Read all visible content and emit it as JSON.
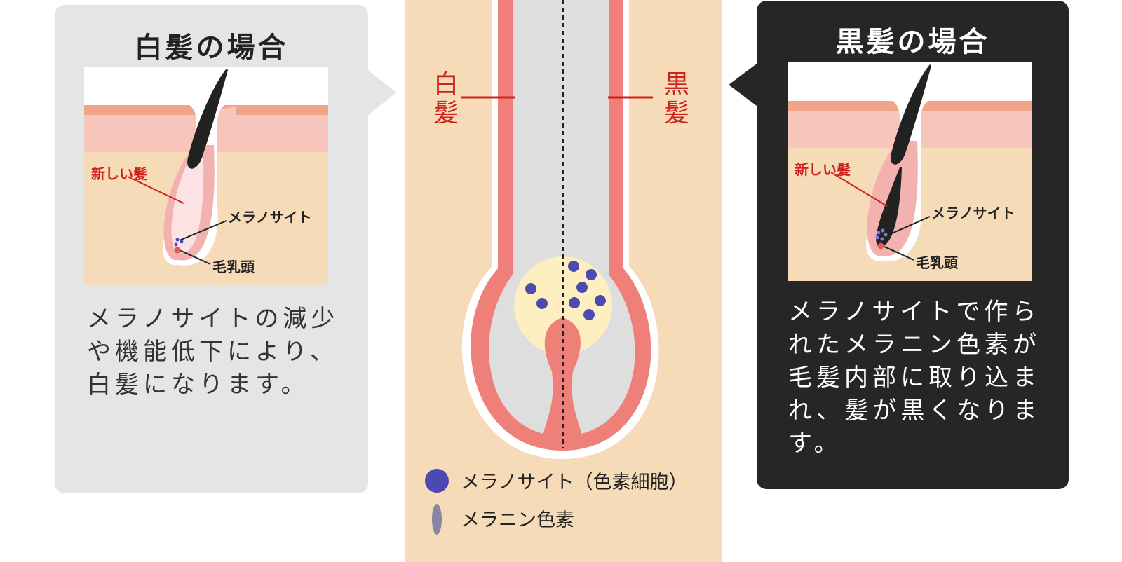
{
  "white_case": {
    "title": "白髪の場合",
    "labels": {
      "new_hair": "新しい髪",
      "melanocyte": "メラノサイト",
      "papilla": "毛乳頭"
    },
    "description": "メラノサイトの減少\nや機能低下により、\n白髪になります。"
  },
  "black_case": {
    "title": "黒髪の場合",
    "labels": {
      "new_hair": "新しい髪",
      "melanocyte": "メラノサイト",
      "papilla": "毛乳頭"
    },
    "description": "メラノサイトで作ら\nれたメラニン色素が\n毛髪内部に取り込ま\nれ、髪が黒くなりま\nす。"
  },
  "center": {
    "label_white": [
      "白",
      "髪"
    ],
    "label_black": [
      "黒",
      "髪"
    ]
  },
  "legend": {
    "melanocyte": "メラノサイト（色素細胞）",
    "melanin": "メラニン色素"
  },
  "colors": {
    "white_panel": "#e3e5e6",
    "black_panel": "#272626",
    "skin": "#f6dbb8",
    "red_accent": "#d0211b",
    "follicle_pink": "#ef8079",
    "melanocyte_blue": "#4c49b2",
    "melanin_gray": "#8886a6"
  }
}
